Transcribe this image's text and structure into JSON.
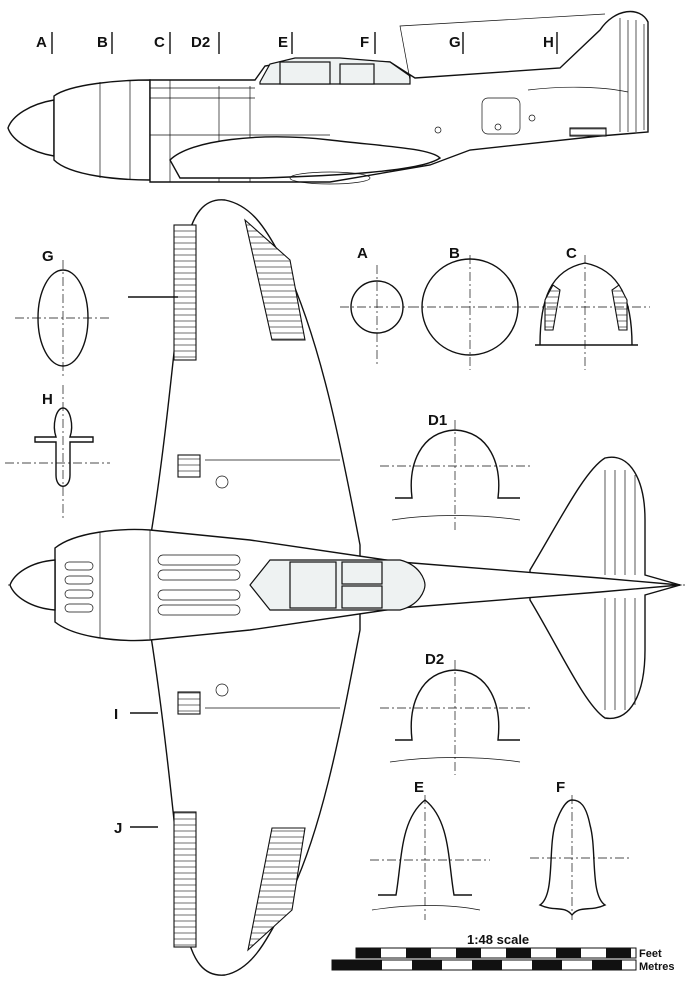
{
  "station_labels": [
    "A",
    "B",
    "C",
    "D2",
    "E",
    "F",
    "G",
    "H"
  ],
  "section_labels": {
    "g": "G",
    "h": "H",
    "a": "A",
    "b": "B",
    "c": "C",
    "d1": "D1",
    "d2": "D2",
    "e": "E",
    "f": "F"
  },
  "wing_labels": {
    "i": "I",
    "j": "J"
  },
  "scale": {
    "title": "1:48 scale",
    "feet_label": "Feet",
    "metres_label": "Metres"
  },
  "colors": {
    "ink": "#111111",
    "paper": "#ffffff",
    "glass": "#eef2f2"
  }
}
